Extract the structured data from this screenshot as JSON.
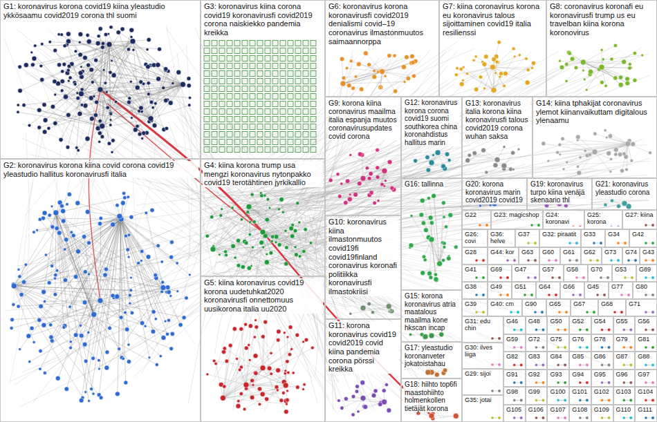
{
  "diagram": {
    "nodes": [
      {
        "text": [
          "G1: koronavirus korona covid19 kiina yleastudio ykkösaamu covid2019 corona thl suomi"
        ]
      },
      {
        "text": [
          "G2: koronavirus korona kiina covid corona covid19 yleastudio hallitus koronavirusfi italia"
        ]
      },
      {
        "text": [
          "G3: koronavirus kiina corona covid19 koronavirusfi covid2019 corona naiskiekko pandemia kreikka"
        ]
      },
      {
        "text": [
          "G4: kiina korona trump usa mengzi koronavirus nytonpakko covid19 terotähtinen jyrkikallio"
        ]
      },
      {
        "text": [
          "G5: kiina koronavirus covid19 korona uudetuhkat2020 koronavirusfi onnettomuus uusikorona italia uu2020"
        ]
      },
      {
        "text": [
          "G6: koronavirus korona koronavirusfi covid2019 denialismi covid–19 coronavirus ilmastonmuutos saimaannorppa"
        ]
      },
      {
        "text": [
          "G7: kiina coronavirus korona eu koronavirus talous sijoittaminen covid19 italia resilienssi"
        ]
      },
      {
        "text": [
          "G8: coronavirus koronafi eu koronavirusfi trump us eu travelban kiina korona koronovirus"
        ]
      },
      {
        "text": [
          "G9: korona kiina coronavirus maailma italia espanja muutos coronavirusupdates covid corona"
        ]
      },
      {
        "text": [
          "G10: koronavirus kiina ilmastonmuutos covid19fi covid19finland coronavirus koronafi politiikka koronavirusfi ilmastokriisi"
        ]
      },
      {
        "text": [
          "G11: korona koronavirus covid19 covid2019 covid kiina pandemia corona pörssi kreikka"
        ]
      },
      {
        "text": [
          "G12: koronavirus korona corona covid19 suomi southkorea china koronahdistus hallitus marin"
        ]
      },
      {
        "text": [
          "G13: koronavirus italia korona kiina koronavirusfi talous covid2019 corona wuhan saksa"
        ]
      },
      {
        "text": [
          "G14: kiina tphakijat coronavirus ylemot kiinanvaikuttam digitalous ylenaamu"
        ]
      },
      {
        "text": [
          "G15: korona koronavirus atria maatalous maailma kone hkscan incap"
        ]
      },
      {
        "text": [
          "G16: tallinna"
        ]
      },
      {
        "text": [
          "G17: yleastudio koronanveter jokatoistahau"
        ]
      },
      {
        "text": [
          "G18: hiihto top6fi maastohiihto holmenkollen tietäjät korona"
        ]
      },
      {
        "text": [
          "G19: koronavirus turpo kiina venäjä skenaario thl"
        ]
      },
      {
        "text": [
          "G20: korona koronavirus marin covid2019 covid19"
        ]
      },
      {
        "text": [
          "G21: koronavirus yleastudio corona"
        ]
      },
      {
        "text": [
          "G22"
        ]
      },
      {
        "text": [
          "G23: magicshop"
        ]
      },
      {
        "text": [
          "G24: koronavi"
        ]
      },
      {
        "text": [
          "G25: korona"
        ]
      },
      {
        "text": [
          "G27: kiina"
        ]
      },
      {
        "text": [
          "G26: covi"
        ]
      },
      {
        "text": [
          "G36: helve"
        ]
      },
      {
        "text": [
          "G37"
        ]
      },
      {
        "text": [
          "G32: piraatit"
        ]
      },
      {
        "text": [
          "G33"
        ]
      },
      {
        "text": [
          "G34"
        ]
      },
      {
        "text": [
          "G42"
        ]
      },
      {
        "text": [
          "G28"
        ]
      },
      {
        "text": [
          "G44: kor"
        ]
      },
      {
        "text": [
          "G63"
        ]
      },
      {
        "text": [
          "G60"
        ]
      },
      {
        "text": [
          "G61"
        ]
      },
      {
        "text": [
          "G62"
        ]
      },
      {
        "text": [
          "G73"
        ]
      },
      {
        "text": [
          "G74"
        ]
      },
      {
        "text": [
          "G43"
        ]
      },
      {
        "text": [
          "G41"
        ]
      },
      {
        "text": [
          "G69"
        ]
      },
      {
        "text": [
          "G47"
        ]
      },
      {
        "text": [
          "G57"
        ]
      },
      {
        "text": [
          "G58"
        ]
      },
      {
        "text": [
          "G70"
        ]
      },
      {
        "text": [
          "G53"
        ]
      },
      {
        "text": [
          "G89"
        ]
      },
      {
        "text": [
          "G38"
        ]
      },
      {
        "text": [
          "G49"
        ]
      },
      {
        "text": [
          "G51"
        ]
      },
      {
        "text": [
          "G64"
        ]
      },
      {
        "text": [
          "G66"
        ]
      },
      {
        "text": [
          "G45"
        ]
      },
      {
        "text": [
          "G77"
        ]
      },
      {
        "text": [
          "G80"
        ]
      },
      {
        "text": [
          "G39"
        ]
      },
      {
        "text": [
          "G40: cm"
        ]
      },
      {
        "text": [
          "G90"
        ]
      },
      {
        "text": [
          "G65"
        ]
      },
      {
        "text": [
          "G67"
        ]
      },
      {
        "text": [
          "G68"
        ]
      },
      {
        "text": [
          "G71"
        ]
      },
      {
        "text": [
          "G31: edu chin"
        ]
      },
      {
        "text": [
          "G30: ilves liiga"
        ]
      },
      {
        "text": [
          "G29: sijoi"
        ]
      },
      {
        "text": [
          "G35: jotai"
        ]
      },
      {
        "text": [
          "G46"
        ]
      },
      {
        "text": [
          "G48"
        ]
      },
      {
        "text": [
          "G50"
        ]
      },
      {
        "text": [
          "G52"
        ]
      },
      {
        "text": [
          "G54"
        ]
      },
      {
        "text": [
          "G55"
        ]
      },
      {
        "text": [
          "G56"
        ]
      },
      {
        "text": [
          "G59"
        ]
      },
      {
        "text": [
          "G72"
        ]
      },
      {
        "text": [
          "G75"
        ]
      },
      {
        "text": [
          "G76"
        ]
      },
      {
        "text": [
          "G78"
        ]
      },
      {
        "text": [
          "G79"
        ]
      },
      {
        "text": [
          "G81"
        ]
      },
      {
        "text": [
          "G82"
        ]
      },
      {
        "text": [
          "G83"
        ]
      },
      {
        "text": [
          "G84"
        ]
      },
      {
        "text": [
          "G85"
        ]
      },
      {
        "text": [
          "G86"
        ]
      },
      {
        "text": [
          "G87"
        ]
      },
      {
        "text": [
          "G88"
        ]
      },
      {
        "text": [
          "G91"
        ]
      },
      {
        "text": [
          "G92"
        ]
      },
      {
        "text": [
          "G93"
        ]
      },
      {
        "text": [
          "G94"
        ]
      },
      {
        "text": [
          "G95"
        ]
      },
      {
        "text": [
          "G96"
        ]
      },
      {
        "text": [
          "G97"
        ]
      },
      {
        "text": [
          "G98"
        ]
      },
      {
        "text": [
          "G99"
        ]
      },
      {
        "text": [
          "G100"
        ]
      },
      {
        "text": [
          "G101"
        ]
      },
      {
        "text": [
          "G102"
        ]
      },
      {
        "text": [
          "G103"
        ]
      },
      {
        "text": [
          "G104"
        ]
      },
      {
        "text": [
          "G105"
        ]
      },
      {
        "text": [
          "G106"
        ]
      },
      {
        "text": [
          "G107"
        ]
      },
      {
        "text": [
          "G108"
        ]
      },
      {
        "text": [
          "G109"
        ]
      },
      {
        "text": [
          "G110"
        ]
      },
      {
        "text": [
          "G111"
        ]
      }
    ]
  }
}
